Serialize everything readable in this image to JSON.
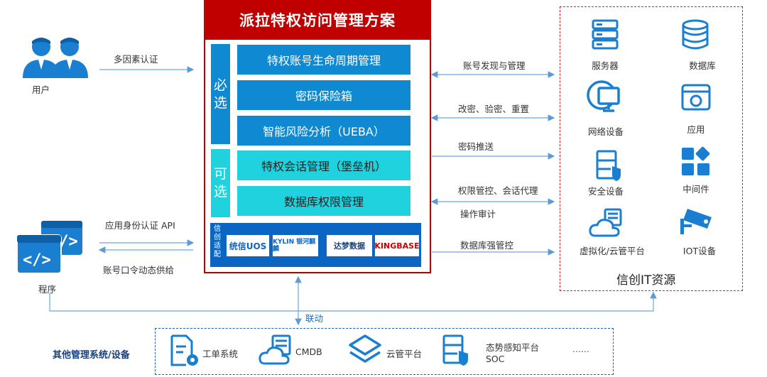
{
  "title": "派拉特权访问管理方案",
  "users": {
    "label": "用户",
    "auth_label": "多因素认证"
  },
  "program": {
    "label": "程序",
    "api_label": "应用身份认证 API",
    "supply_label": "账号口令动态供给"
  },
  "required": {
    "tag": "必选",
    "items": [
      "特权账号生命周期管理",
      "密码保险箱",
      "智能风险分析（UEBA）"
    ]
  },
  "optional": {
    "tag": "可选",
    "items": [
      "特权会话管理（堡垒机）",
      "数据库权限管理"
    ]
  },
  "adaptation": {
    "tag": "信创适配",
    "logos": [
      "统信UOS",
      "KYLIN 银河麒麟",
      "达梦数据",
      "KINGBASE"
    ]
  },
  "connections": [
    "账号发现与管理",
    "改密、验密、重置",
    "密码推送",
    "权限管控、会话代理",
    "操作审计",
    "数据库强管控"
  ],
  "it_resources": {
    "title": "信创IT资源",
    "items": [
      {
        "label": "服务器",
        "icon": "server-icon"
      },
      {
        "label": "数据库",
        "icon": "database-icon"
      },
      {
        "label": "网络设备",
        "icon": "network-device-icon"
      },
      {
        "label": "应用",
        "icon": "application-icon"
      },
      {
        "label": "安全设备",
        "icon": "security-device-icon"
      },
      {
        "label": "中间件",
        "icon": "middleware-icon"
      },
      {
        "label": "虚拟化/云管平台",
        "icon": "cloud-icon"
      },
      {
        "label": "IOT设备",
        "icon": "iot-camera-icon"
      }
    ]
  },
  "linkage_label": "联动",
  "other_systems": {
    "title": "其他管理系统/设备",
    "items": [
      {
        "label": "工单系统",
        "icon": "ticket-icon"
      },
      {
        "label": "CMDB",
        "icon": "cmdb-cloud-icon"
      },
      {
        "label": "云管平台",
        "icon": "cloud-platform-icon"
      },
      {
        "label": "态势感知平台",
        "sublabel": "SOC",
        "icon": "soc-icon"
      }
    ],
    "more": "......"
  },
  "colors": {
    "red": "#c00000",
    "blue_dark": "#0f8ad2",
    "cyan": "#1fd2de",
    "icon_blue": "#1a7fd0",
    "line": "#6ea6da"
  }
}
